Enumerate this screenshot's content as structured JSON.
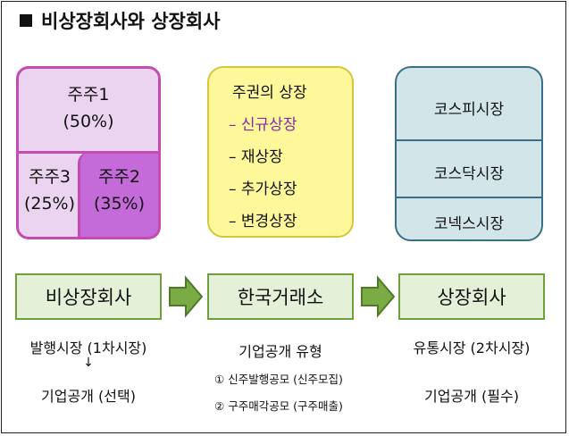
{
  "title": "비상장회사와 상장회사",
  "shareholders": {
    "s1": {
      "name": "주주1",
      "pct": "(50%)"
    },
    "s2": {
      "name": "주주2",
      "pct": "(35%)"
    },
    "s3": {
      "name": "주주3",
      "pct": "(25%)"
    }
  },
  "listing_types": {
    "header": "주권의 상장",
    "items": [
      "– 신규상장",
      "– 재상장",
      "– 추가상장",
      "– 변경상장"
    ]
  },
  "markets": [
    "코스피시장",
    "코스닥시장",
    "코넥스시장"
  ],
  "flow": {
    "unlisted": "비상장회사",
    "exchange": "한국거래소",
    "listed": "상장회사"
  },
  "captions": {
    "left_market": "발행시장 (1차시장)",
    "left_arrow": "↓",
    "left_ipo": "기업공개 (선택)",
    "mid_title": "기업공개 유형",
    "mid_item1": "① 신주발행공모 (신주모집)",
    "mid_item2": "② 구주매각공모 (구주매출)",
    "right_market": "유통시장 (2차시장)",
    "right_ipo": "기업공개 (필수)"
  },
  "colors": {
    "holder_light": "#ead4f0",
    "holder_dark": "#c46bd9",
    "holder_border": "#c44bb0",
    "types_bg": "#fff89a",
    "markets_bg": "#d2e6ea",
    "flow_bg": "#e4f0d8",
    "arrow_green": "#6ea03e"
  }
}
